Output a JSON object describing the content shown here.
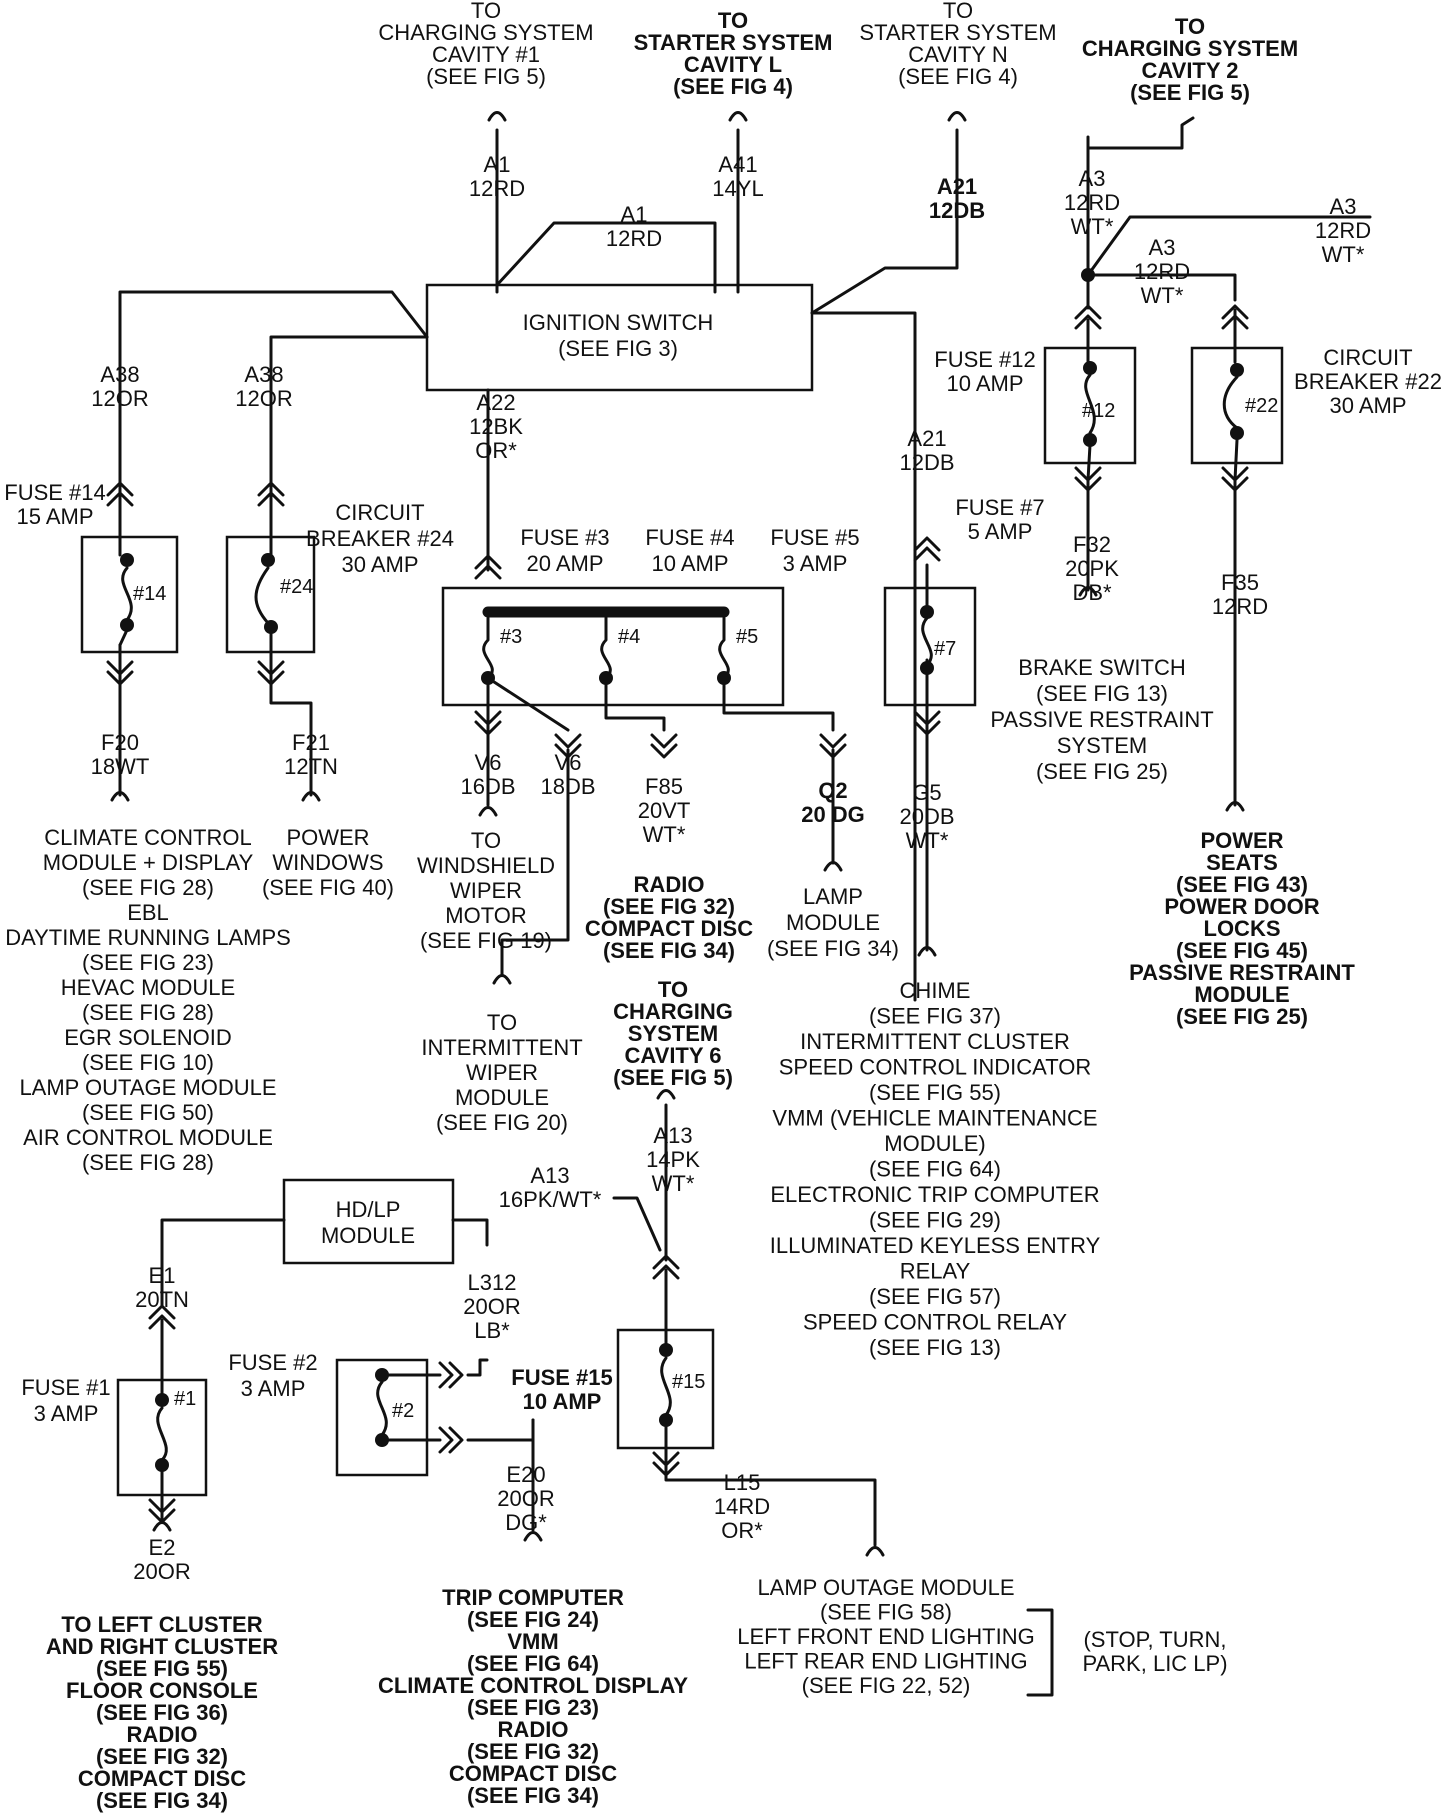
{
  "labels": {
    "chg_cav1": [
      "TO",
      "CHARGING SYSTEM",
      "CAVITY #1",
      "(SEE FIG 5)"
    ],
    "start_cavl": [
      "TO",
      "STARTER SYSTEM",
      "CAVITY L",
      "(SEE FIG 4)"
    ],
    "start_cavn": [
      "TO",
      "STARTER SYSTEM",
      "CAVITY N",
      "(SEE FIG 4)"
    ],
    "chg_cav2": [
      "TO",
      "CHARGING SYSTEM",
      "CAVITY 2",
      "(SEE FIG 5)"
    ],
    "w_a1_top": [
      "A1",
      "12RD"
    ],
    "w_a41": [
      "A41",
      "14YL"
    ],
    "w_a21_top": [
      "A21",
      "12DB"
    ],
    "w_a3_a": [
      "A3",
      "12RD",
      "WT*"
    ],
    "w_a3_b": [
      "A3",
      "12RD",
      "WT*"
    ],
    "w_a3_c": [
      "A3",
      "12RD",
      "WT*"
    ],
    "w_a1_mid": [
      "A1",
      "12RD"
    ],
    "ignition": [
      "IGNITION SWITCH",
      "(SEE FIG 3)"
    ],
    "w_a38_l": [
      "A38",
      "12OR"
    ],
    "w_a38_r": [
      "A38",
      "12OR"
    ],
    "w_a22": [
      "A22",
      "12BK",
      "OR*"
    ],
    "w_a21_mid": [
      "A21",
      "12DB"
    ],
    "fuse12": [
      "FUSE #12",
      "10 AMP"
    ],
    "cb22": [
      "CIRCUIT",
      "BREAKER #22",
      "30 AMP"
    ],
    "fuse14": [
      "FUSE #14",
      "15 AMP"
    ],
    "cb24": [
      "CIRCUIT",
      "BREAKER #24",
      "30 AMP"
    ],
    "fuse3": [
      "FUSE #3",
      "20 AMP"
    ],
    "fuse4": [
      "FUSE #4",
      "10 AMP"
    ],
    "fuse5": [
      "FUSE #5",
      "3 AMP"
    ],
    "fuse7": [
      "FUSE #7",
      "5 AMP"
    ],
    "w_f32": [
      "F32",
      "20PK",
      "DB*"
    ],
    "w_f35": [
      "F35",
      "12RD"
    ],
    "brake": [
      "BRAKE SWITCH",
      "(SEE FIG 13)",
      "PASSIVE RESTRAINT",
      "SYSTEM",
      "(SEE FIG 25)"
    ],
    "w_f20": [
      "F20",
      "18WT"
    ],
    "w_f21": [
      "F21",
      "12TN"
    ],
    "w_v6_a": [
      "V6",
      "16DB"
    ],
    "w_v6_b": [
      "V6",
      "18DB"
    ],
    "w_f85": [
      "F85",
      "20VT",
      "WT*"
    ],
    "w_q2": [
      "Q2",
      "20 DG"
    ],
    "w_g5": [
      "G5",
      "20DB",
      "WT*"
    ],
    "power_seats": [
      "POWER",
      "SEATS",
      "(SEE FIG 43)",
      "POWER DOOR",
      "LOCKS",
      "(SEE FIG 45)",
      "PASSIVE RESTRAINT",
      "MODULE",
      "(SEE FIG 25)"
    ],
    "climate": [
      "CLIMATE CONTROL",
      "MODULE + DISPLAY",
      "(SEE FIG 28)",
      "EBL",
      "DAYTIME RUNNING LAMPS",
      "(SEE FIG 23)",
      "HEVAC MODULE",
      "(SEE FIG 28)",
      "EGR SOLENOID",
      "(SEE FIG 10)",
      "LAMP OUTAGE MODULE",
      "(SEE FIG 50)",
      "AIR CONTROL MODULE",
      "(SEE FIG 28)"
    ],
    "power_windows": [
      "POWER",
      "WINDOWS",
      "(SEE FIG 40)"
    ],
    "wiper_motor": [
      "TO",
      "WINDSHIELD",
      "WIPER",
      "MOTOR",
      "(SEE FIG 19)"
    ],
    "radio_top": [
      "RADIO",
      "(SEE FIG 32)",
      "COMPACT DISC",
      "(SEE FIG 34)"
    ],
    "lamp_module": [
      "LAMP",
      "MODULE",
      "(SEE FIG 34)"
    ],
    "chime": [
      "CHIME",
      "(SEE FIG 37)",
      "INTERMITTENT CLUSTER",
      "SPEED CONTROL INDICATOR",
      "(SEE FIG 55)",
      "VMM (VEHICLE MAINTENANCE",
      "MODULE)",
      "(SEE FIG 64)",
      "ELECTRONIC TRIP COMPUTER",
      "(SEE FIG 29)",
      "ILLUMINATED KEYLESS ENTRY",
      "RELAY",
      "(SEE FIG 57)",
      "SPEED CONTROL RELAY",
      "(SEE FIG 13)"
    ],
    "int_wiper": [
      "TO",
      "INTERMITTENT",
      "WIPER",
      "MODULE",
      "(SEE FIG 20)"
    ],
    "chg_cav6": [
      "TO",
      "CHARGING",
      "SYSTEM",
      "CAVITY 6",
      "(SEE FIG 5)"
    ],
    "w_a13_r": [
      "A13",
      "14PK",
      "WT*"
    ],
    "w_a13_l": [
      "A13",
      "16PK/WT*"
    ],
    "hdlp": [
      "HD/LP",
      "MODULE"
    ],
    "w_e1": [
      "E1",
      "20TN"
    ],
    "w_l312": [
      "L312",
      "20OR",
      "LB*"
    ],
    "fuse1": [
      "FUSE #1",
      "3 AMP"
    ],
    "fuse2": [
      "FUSE #2",
      "3 AMP"
    ],
    "fuse15": [
      "FUSE #15",
      "10 AMP"
    ],
    "w_l15": [
      "L15",
      "14RD",
      "OR*"
    ],
    "w_e20": [
      "E20",
      "20OR",
      "DG*"
    ],
    "w_e2": [
      "E2",
      "20OR"
    ],
    "left_cluster": [
      "TO LEFT CLUSTER",
      "AND RIGHT CLUSTER",
      "(SEE FIG 55)",
      "FLOOR CONSOLE",
      "(SEE FIG 36)",
      "RADIO",
      "(SEE FIG 32)",
      "COMPACT DISC",
      "(SEE FIG 34)"
    ],
    "trip_computer": [
      "TRIP COMPUTER",
      "(SEE FIG 24)",
      "VMM",
      "(SEE FIG 64)",
      "CLIMATE CONTROL DISPLAY",
      "(SEE FIG 23)",
      "RADIO",
      "(SEE FIG 32)",
      "COMPACT DISC",
      "(SEE FIG 34)"
    ],
    "lamp_outage": [
      "LAMP OUTAGE MODULE",
      "(SEE FIG 58)",
      "LEFT FRONT END LIGHTING",
      "LEFT REAR END LIGHTING",
      "(SEE FIG 22, 52)"
    ],
    "stop_turn": [
      "(STOP, TURN,",
      "PARK, LIC LP)"
    ]
  },
  "fuse_marks": {
    "f14": "#14",
    "f24": "#24",
    "f3": "#3",
    "f4": "#4",
    "f5": "#5",
    "f7": "#7",
    "f12": "#12",
    "f22": "#22",
    "f1": "#1",
    "f2": "#2",
    "f15": "#15"
  }
}
